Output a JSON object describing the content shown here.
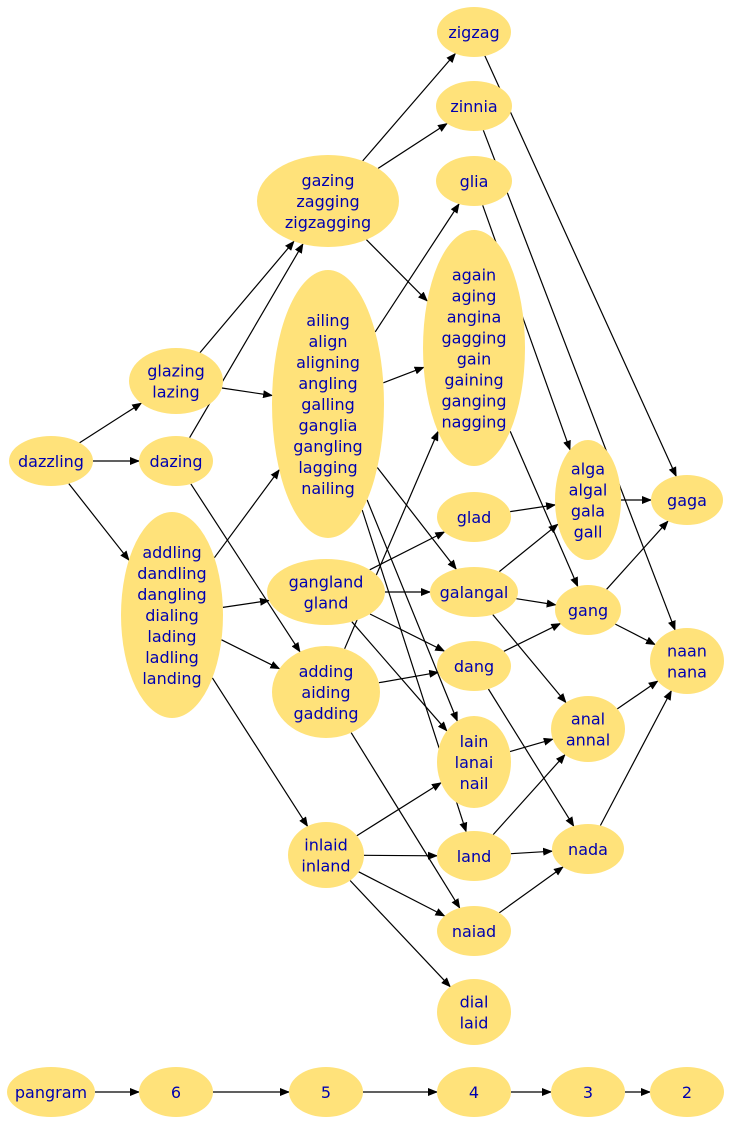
{
  "nodes": [
    {
      "id": "zigzag",
      "lines": [
        "zigzag"
      ]
    },
    {
      "id": "zinnia",
      "lines": [
        "zinnia"
      ]
    },
    {
      "id": "glia",
      "lines": [
        "glia"
      ]
    },
    {
      "id": "gazing",
      "lines": [
        "gazing",
        "zagging",
        "zigzagging"
      ]
    },
    {
      "id": "again",
      "lines": [
        "again",
        "aging",
        "angina",
        "gagging",
        "gain",
        "gaining",
        "ganging",
        "nagging"
      ]
    },
    {
      "id": "ailing",
      "lines": [
        "ailing",
        "align",
        "aligning",
        "angling",
        "galling",
        "ganglia",
        "gangling",
        "lagging",
        "nailing"
      ]
    },
    {
      "id": "glazing",
      "lines": [
        "glazing",
        "lazing"
      ]
    },
    {
      "id": "dazzling",
      "lines": [
        "dazzling"
      ]
    },
    {
      "id": "dazing",
      "lines": [
        "dazing"
      ]
    },
    {
      "id": "addling",
      "lines": [
        "addling",
        "dandling",
        "dangling",
        "dialing",
        "lading",
        "ladling",
        "landing"
      ]
    },
    {
      "id": "alga",
      "lines": [
        "alga",
        "algal",
        "gala",
        "gall"
      ]
    },
    {
      "id": "gaga",
      "lines": [
        "gaga"
      ]
    },
    {
      "id": "glad",
      "lines": [
        "glad"
      ]
    },
    {
      "id": "gangland",
      "lines": [
        "gangland",
        "gland"
      ]
    },
    {
      "id": "galangal",
      "lines": [
        "galangal"
      ]
    },
    {
      "id": "gang",
      "lines": [
        "gang"
      ]
    },
    {
      "id": "naan",
      "lines": [
        "naan",
        "nana"
      ]
    },
    {
      "id": "adding",
      "lines": [
        "adding",
        "aiding",
        "gadding"
      ]
    },
    {
      "id": "dang",
      "lines": [
        "dang"
      ]
    },
    {
      "id": "anal",
      "lines": [
        "anal",
        "annal"
      ]
    },
    {
      "id": "lain",
      "lines": [
        "lain",
        "lanai",
        "nail"
      ]
    },
    {
      "id": "inlaid",
      "lines": [
        "inlaid",
        "inland"
      ]
    },
    {
      "id": "land",
      "lines": [
        "land"
      ]
    },
    {
      "id": "nada",
      "lines": [
        "nada"
      ]
    },
    {
      "id": "naiad",
      "lines": [
        "naiad"
      ]
    },
    {
      "id": "dial",
      "lines": [
        "dial",
        "laid"
      ]
    },
    {
      "id": "pangram",
      "lines": [
        "pangram"
      ]
    },
    {
      "id": "l6",
      "lines": [
        "6"
      ]
    },
    {
      "id": "l5",
      "lines": [
        "5"
      ]
    },
    {
      "id": "l4",
      "lines": [
        "4"
      ]
    },
    {
      "id": "l3",
      "lines": [
        "3"
      ]
    },
    {
      "id": "l2",
      "lines": [
        "2"
      ]
    }
  ],
  "edges": [
    [
      "dazzling",
      "glazing"
    ],
    [
      "dazzling",
      "dazing"
    ],
    [
      "dazzling",
      "addling"
    ],
    [
      "glazing",
      "gazing"
    ],
    [
      "glazing",
      "ailing"
    ],
    [
      "dazing",
      "gazing"
    ],
    [
      "dazing",
      "adding"
    ],
    [
      "addling",
      "ailing"
    ],
    [
      "addling",
      "gangland"
    ],
    [
      "addling",
      "adding"
    ],
    [
      "addling",
      "inlaid"
    ],
    [
      "gazing",
      "zigzag"
    ],
    [
      "gazing",
      "zinnia"
    ],
    [
      "gazing",
      "again"
    ],
    [
      "ailing",
      "glia"
    ],
    [
      "ailing",
      "again"
    ],
    [
      "ailing",
      "galangal"
    ],
    [
      "ailing",
      "lain"
    ],
    [
      "ailing",
      "land"
    ],
    [
      "gangland",
      "glad"
    ],
    [
      "gangland",
      "galangal"
    ],
    [
      "gangland",
      "dang"
    ],
    [
      "gangland",
      "lain"
    ],
    [
      "adding",
      "again"
    ],
    [
      "adding",
      "dang"
    ],
    [
      "adding",
      "naiad"
    ],
    [
      "inlaid",
      "lain"
    ],
    [
      "inlaid",
      "land"
    ],
    [
      "inlaid",
      "naiad"
    ],
    [
      "inlaid",
      "dial"
    ],
    [
      "zigzag",
      "gaga"
    ],
    [
      "zinnia",
      "naan"
    ],
    [
      "glia",
      "alga"
    ],
    [
      "again",
      "gang"
    ],
    [
      "glad",
      "alga"
    ],
    [
      "galangal",
      "alga"
    ],
    [
      "galangal",
      "gang"
    ],
    [
      "galangal",
      "anal"
    ],
    [
      "dang",
      "gang"
    ],
    [
      "dang",
      "nada"
    ],
    [
      "lain",
      "anal"
    ],
    [
      "land",
      "anal"
    ],
    [
      "land",
      "nada"
    ],
    [
      "naiad",
      "nada"
    ],
    [
      "alga",
      "gaga"
    ],
    [
      "gang",
      "gaga"
    ],
    [
      "gang",
      "naan"
    ],
    [
      "anal",
      "naan"
    ],
    [
      "nada",
      "naan"
    ],
    [
      "pangram",
      "l6"
    ],
    [
      "l6",
      "l5"
    ],
    [
      "l5",
      "l4"
    ],
    [
      "l4",
      "l3"
    ],
    [
      "l3",
      "l2"
    ]
  ]
}
